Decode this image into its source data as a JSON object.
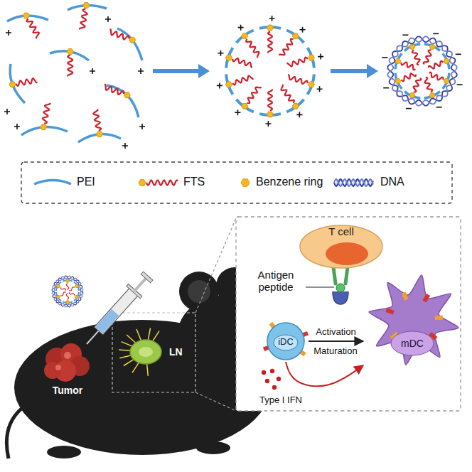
{
  "diagram": {
    "nodes": [
      {
        "text": [
          "T cell"
        ]
      },
      {
        "text": [
          "iDC"
        ]
      },
      {
        "text": [
          "mDC"
        ]
      }
    ],
    "edges": [
      {
        "from": 1,
        "to": 2,
        "arrow": "to",
        "label": "Activation"
      },
      {
        "from": 1,
        "to": 2,
        "arrow": "to",
        "label": "Type I IFN"
      }
    ],
    "labels": [
      "Tumor",
      "LN",
      "Antigen peptide",
      "Maturation"
    ],
    "legend": [
      {
        "text": "PEI"
      },
      {
        "text": "FTS"
      },
      {
        "text": "Benzene ring"
      },
      {
        "text": "DNA"
      }
    ]
  }
}
